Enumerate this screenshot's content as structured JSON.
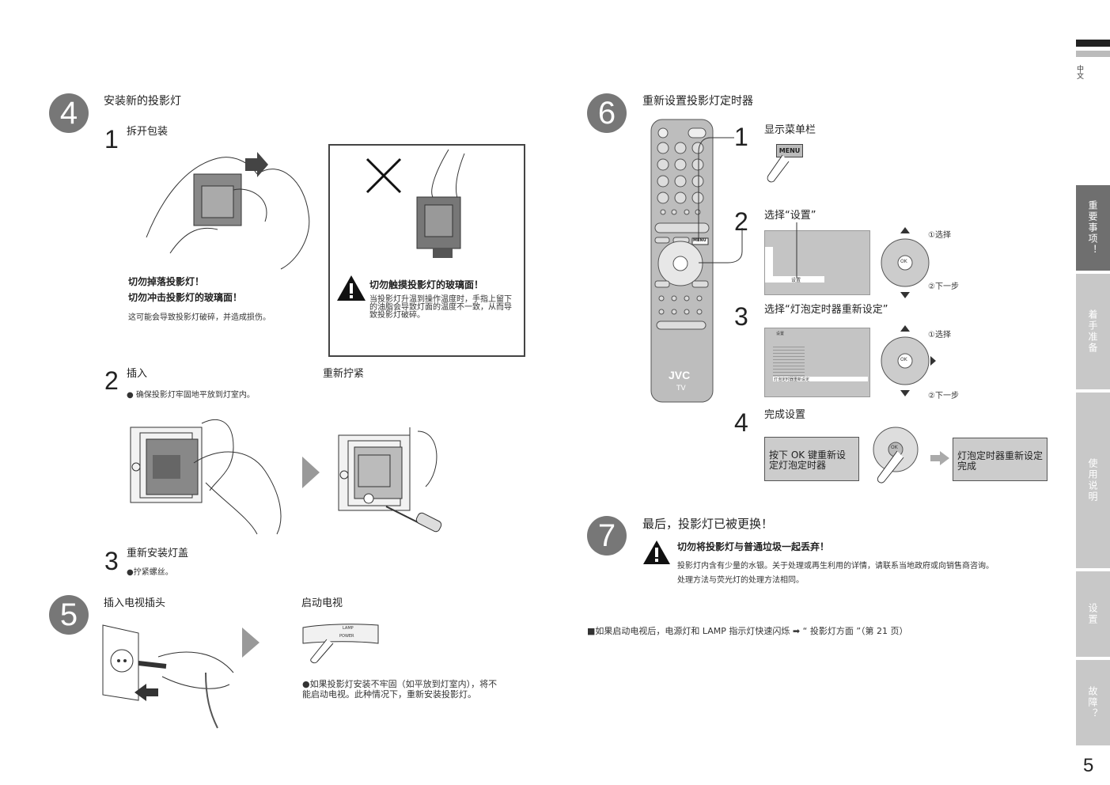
{
  "lang_label": "中文",
  "page_number": "5",
  "tabs": [
    {
      "label": "重要事项！",
      "active": true
    },
    {
      "label": "着手准备",
      "active": false
    },
    {
      "label": "使用说明",
      "active": false
    },
    {
      "label": "设置",
      "active": false
    },
    {
      "label": "故障？",
      "active": false
    }
  ],
  "left": {
    "step4": {
      "number": "4",
      "title": "安装新的投影灯",
      "sub1_num": "1",
      "sub1": "拆开包装",
      "warn1a": "切勿掉落投影灯！",
      "warn1b": "切勿冲击投影灯的玻璃面！",
      "warn1c": "这可能会导致投影灯破碎，并造成损伤。",
      "box_title": "切勿触摸投影灯的玻璃面！",
      "box_text": "当投影灯升温到操作温度时，手指上留下的油脂会导致灯面的温度不一致，从而导致投影灯破碎。",
      "sub2_num": "2",
      "sub2": "插入",
      "sub2_note": "● 确保投影灯牢固地平放到灯室内。",
      "sub2b": "重新拧紧",
      "sub3_num": "3",
      "sub3": "重新安装灯盖",
      "sub3_note": "●拧紧螺丝。"
    },
    "step5": {
      "number": "5",
      "title": "插入电视插头",
      "title2": "启动电视",
      "panel_lamp": "LAMP",
      "panel_power": "POWER",
      "note": "●如果投影灯安装不牢固（如平放到灯室内），将不能启动电视。此种情况下，重新安装投影灯。"
    }
  },
  "right": {
    "step6": {
      "number": "6",
      "title": "重新设置投影灯定时器",
      "s1_num": "1",
      "s1": "显示菜单栏",
      "menu_key": "MENU",
      "s2_num": "2",
      "s2": "选择“设置”",
      "s2_menu_item": "设置",
      "s3_num": "3",
      "s3": "选择“灯泡定时器重新设定”",
      "s3_menu_title": "设置",
      "s3_menu_item": "灯泡定时器重新设定",
      "select_label": "①选择",
      "next_label": "②下一步",
      "ok": "OK",
      "s4_num": "4",
      "s4": "完成设置",
      "box_a": "按下 OK 键重新设定灯泡定时器",
      "box_b": "灯泡定时器重新设定完成",
      "remote_menu": "MENU",
      "remote_brand": "JVC",
      "remote_tv": "TV"
    },
    "step7": {
      "number": "7",
      "title": "最后，投影灯已被更换！",
      "warn_title": "切勿将投影灯与普通垃圾一起丢弃！",
      "line1": "投影灯内含有少量的水银。关于处理或再生利用的详情，请联系当地政府或向销售商咨询。",
      "line2": "处理方法与荧光灯的处理方法相同。"
    },
    "footer_note": "■如果启动电视后，电源灯和 LAMP 指示灯快速闪烁 ➡ “ 投影灯方面 ”（第 21 页）"
  }
}
